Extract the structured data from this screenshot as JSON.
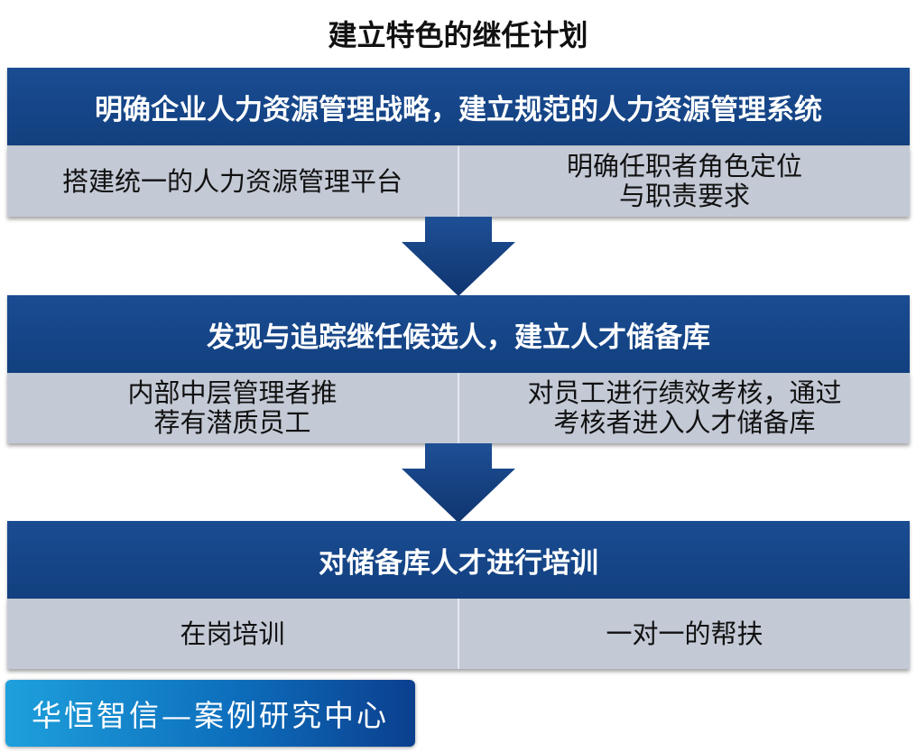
{
  "title": "建立特色的继任计划",
  "steps": [
    {
      "header": "明确企业人力资源管理战略，建立规范的人力资源管理系统",
      "items": [
        "搭建统一的人力资源管理平台",
        "明确任职者角色定位\n与职责要求"
      ]
    },
    {
      "header": "发现与追踪继任候选人，建立人才储备库",
      "items": [
        "内部中层管理者推\n荐有潜质员工",
        "对员工进行绩效考核，通过\n考核者进入人才储备库"
      ]
    },
    {
      "header": "对储备库人才进行培训",
      "items": [
        "在岗培训",
        "一对一的帮扶"
      ]
    }
  ],
  "badge": "华恒智信—案例研究中心",
  "colors": {
    "header": "#1a4c92",
    "row": "#c3c9d5",
    "arrow": "#153f80"
  }
}
